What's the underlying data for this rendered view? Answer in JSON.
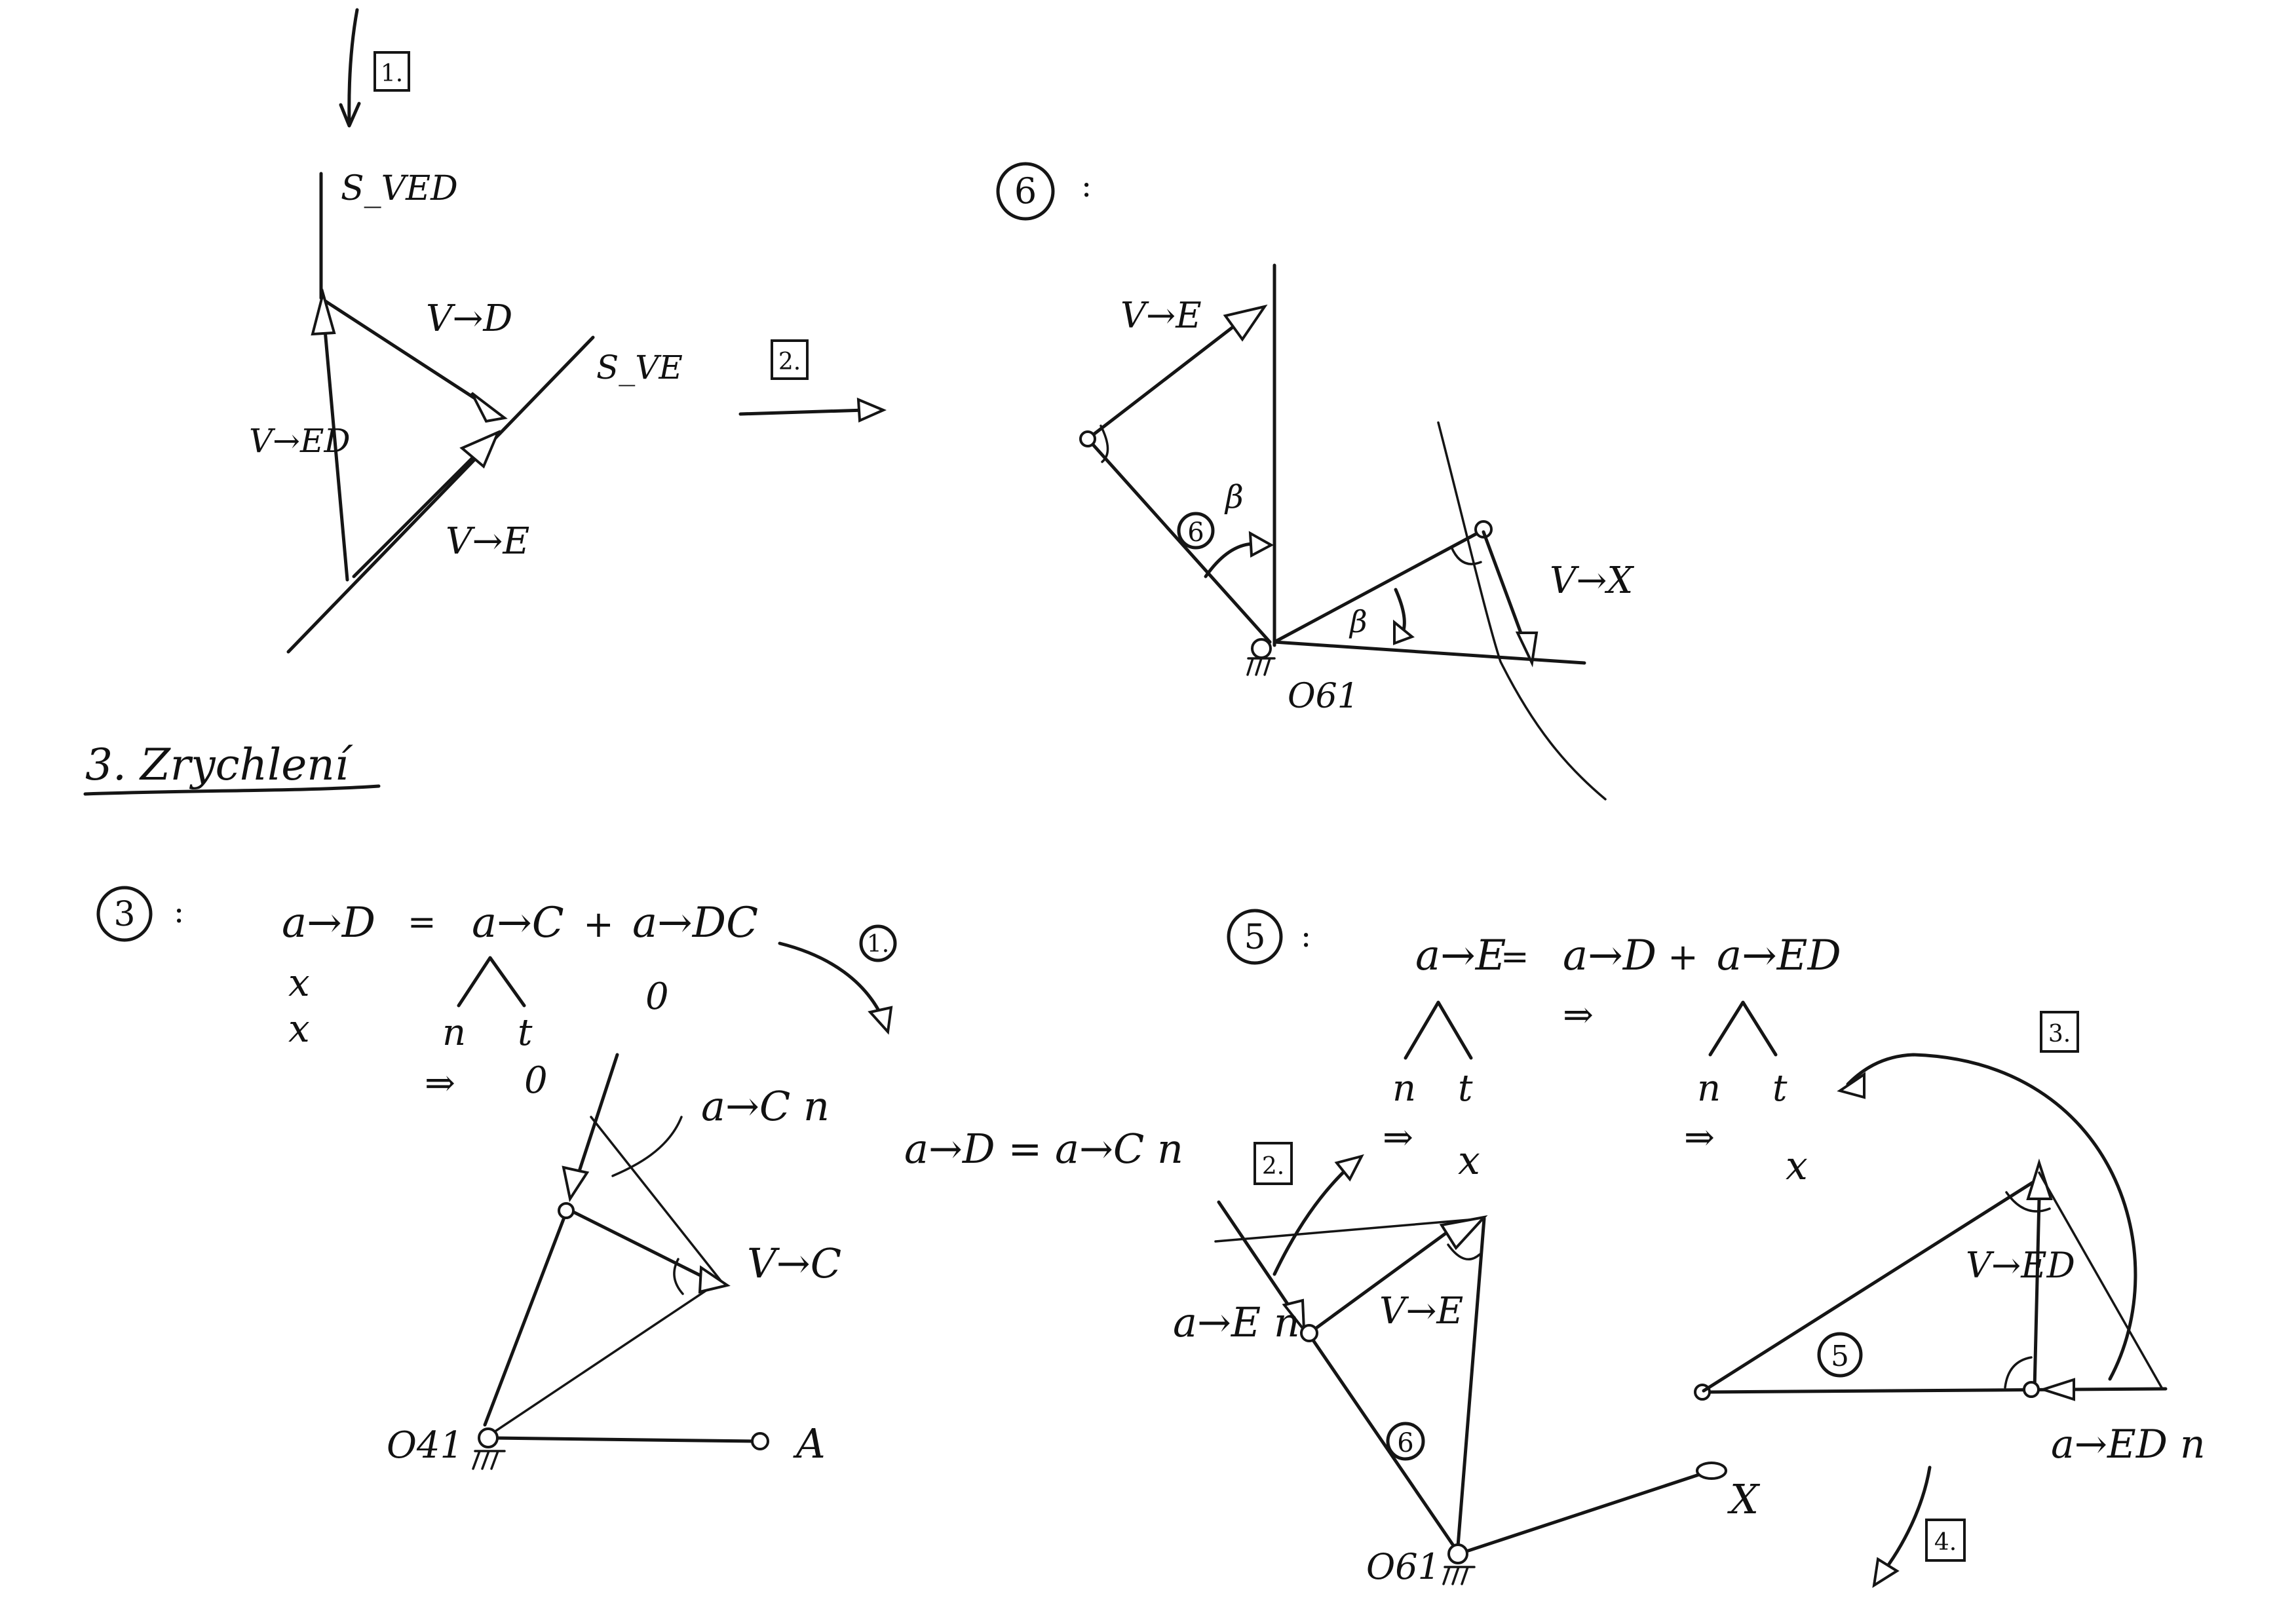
{
  "colors": {
    "ink": "#151515",
    "paper": "#ffffff"
  },
  "step1": {
    "marker": "1.",
    "line_ved": "S_VED",
    "line_ve": "S_VE",
    "vec_vd": "V→D",
    "vec_ved": "V→ED",
    "vec_ve": "V→E"
  },
  "step2": {
    "marker": "2."
  },
  "panel6": {
    "label": "6",
    "colon": ":",
    "vec_ve": "V→E",
    "link6": "6",
    "beta_a": "β",
    "beta_b": "β",
    "vec_vx": "V→X",
    "pivot": "O61"
  },
  "heading": {
    "text": "3. Zrychlení"
  },
  "panel3": {
    "label": "3",
    "colon": ":",
    "eq_lhs": "a→D",
    "eq_eq": "=",
    "eq_t1": "a→C",
    "eq_plus": "+",
    "eq_t2": "a→DC",
    "mark_lhs_1": "x",
    "mark_lhs_2": "x",
    "mark_dc": "0",
    "split_n": "n",
    "split_t": "t",
    "mark_n": "⇒",
    "mark_t": "0",
    "vec_acn": "a→C n",
    "marker": "1.",
    "result": "a→D = a→C n",
    "vec_vc": "V→C",
    "pivot": "O41",
    "point_a": "A"
  },
  "panel5": {
    "label": "5",
    "colon": ":",
    "eq_lhs": "a→E",
    "eq_eq": "=",
    "eq_t1": "a→D",
    "eq_plus": "+",
    "eq_t2": "a→ED",
    "mark_d": "⇒",
    "split1_n": "n",
    "split1_t": "t",
    "mark1_n": "⇒",
    "mark1_t": "x",
    "split2_n": "n",
    "split2_t": "t",
    "mark2_n": "⇒",
    "mark2_t": "x",
    "marker2": "2.",
    "marker3": "3.",
    "marker4": "4.",
    "vec_aen": "a→E n",
    "vec_ve": "V→E",
    "link6": "6",
    "pivot": "O61",
    "point_x": "X",
    "vec_ved": "V→ED",
    "link5": "5",
    "vec_aedn": "a→ED n"
  }
}
